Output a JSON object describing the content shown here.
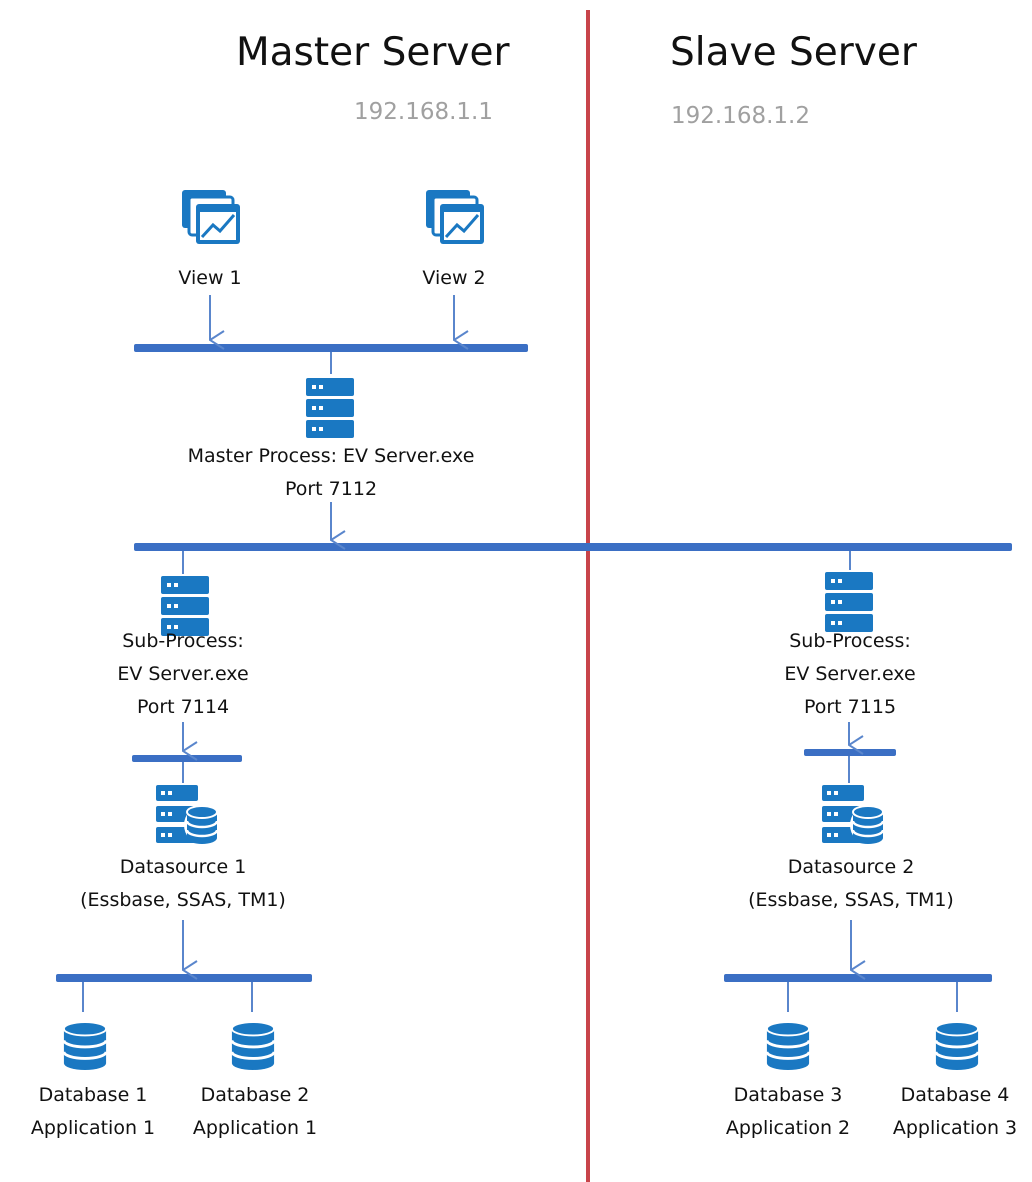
{
  "columns": {
    "master": {
      "title": "Master Server",
      "ip": "192.168.1.1"
    },
    "slave": {
      "title": "Slave Server",
      "ip": "192.168.1.2"
    }
  },
  "nodes": {
    "view1": {
      "label": "View 1"
    },
    "view2": {
      "label": "View 2"
    },
    "master_process": {
      "line1": "Master Process: EV Server.exe",
      "line2": "Port 7112"
    },
    "subprocess1": {
      "line1": "Sub-Process:",
      "line2": "EV Server.exe",
      "line3": "Port 7114"
    },
    "subprocess2": {
      "line1": "Sub-Process:",
      "line2": "EV Server.exe",
      "line3": "Port 7115"
    },
    "datasource1": {
      "line1": "Datasource 1",
      "line2": "(Essbase, SSAS, TM1)"
    },
    "datasource2": {
      "line1": "Datasource 2",
      "line2": "(Essbase, SSAS, TM1)"
    },
    "db1": {
      "line1": "Database 1",
      "line2": "Application 1"
    },
    "db2": {
      "line1": "Database 2",
      "line2": "Application 1"
    },
    "db3": {
      "line1": "Database 3",
      "line2": "Application 2"
    },
    "db4": {
      "line1": "Database 4",
      "line2": "Application 3"
    }
  },
  "colors": {
    "accent": "#1a78c2",
    "bus": "#3b6fc4",
    "connector": "#5a86cc",
    "divider": "#c8444a",
    "ip": "#a0a0a0"
  },
  "icons": {
    "view": "dashboard-chart-icon",
    "server": "server-stack-icon",
    "datasource": "server-database-icon",
    "database": "database-icon"
  }
}
